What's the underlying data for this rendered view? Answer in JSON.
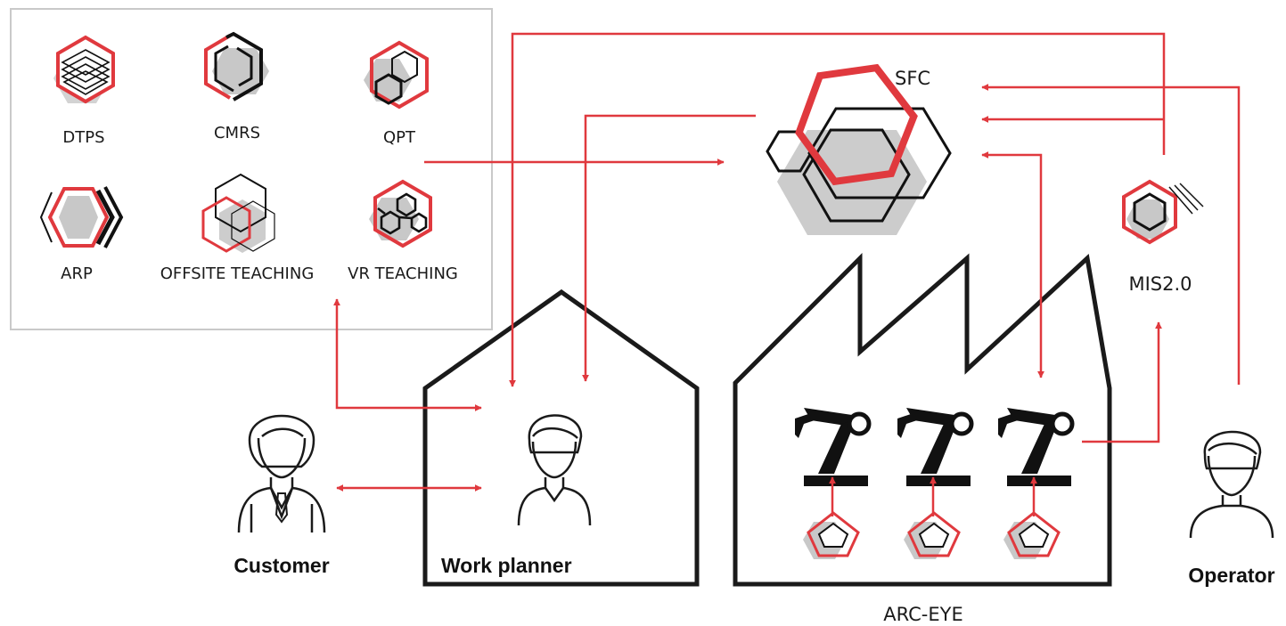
{
  "colors": {
    "accent_red": "#e0393e",
    "line_black": "#111111",
    "fill_gray": "#c8c8c8",
    "panel_border": "#c9c9c9"
  },
  "software_tools": [
    {
      "label": "DTPS",
      "icon": "stacked-layers-hexagon-icon"
    },
    {
      "label": "CMRS",
      "icon": "nested-hexagon-outline-icon"
    },
    {
      "label": "QPT",
      "icon": "hexagon-cube-icon"
    },
    {
      "label": "ARP",
      "icon": "hexagon-chevron-icon"
    },
    {
      "label": "OFFSITE TEACHING",
      "icon": "overlapping-hexagons-icon"
    },
    {
      "label": "VR TEACHING",
      "icon": "hexagon-molecule-icon"
    }
  ],
  "systems": {
    "sfc": {
      "label": "SFC",
      "icon": "hexagon-cluster-icon"
    },
    "mis": {
      "label": "MIS2.0",
      "icon": "hexagon-signal-icon"
    },
    "factory": {
      "label": "ARC-EYE",
      "icon": "factory-icon"
    }
  },
  "factory_equipment": {
    "robot_icon": "robot-arm-icon",
    "sensor_icon": "hexagon-sensor-icon",
    "count": 3
  },
  "people": {
    "customer": {
      "label": "Customer",
      "icon": "businessman-icon"
    },
    "work_planner": {
      "label": "Work planner",
      "icon": "person-icon"
    },
    "operator": {
      "label": "Operator",
      "icon": "person-icon"
    }
  }
}
